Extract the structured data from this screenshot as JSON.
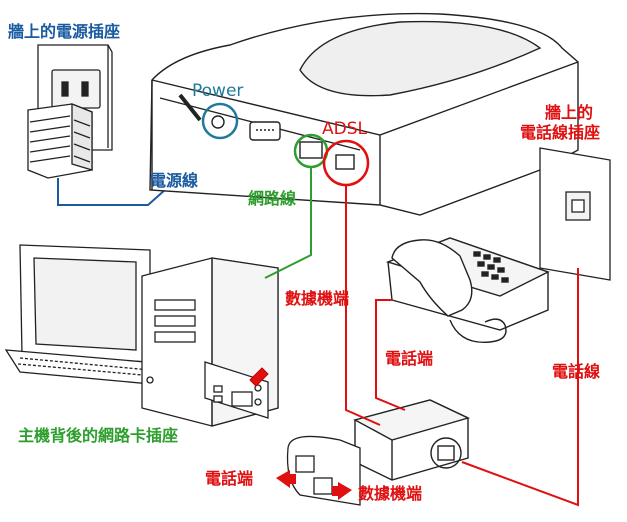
{
  "labels": {
    "wall_power_outlet": "牆上的電源插座",
    "power": "Power",
    "adsl": "ADSL",
    "power_cord": "電源線",
    "network_cable": "網路線",
    "wall_phone_jack_line1": "牆上的",
    "wall_phone_jack_line2": "電話線插座",
    "data_port_top": "數據機端",
    "phone_end_top": "電話端",
    "phone_line": "電話線",
    "nic_socket": "主機背後的網路卡插座",
    "phone_end_bottom": "電話端",
    "data_port_bottom": "數據機端"
  },
  "colors": {
    "power_line": "#1a5aa0",
    "network_line": "#2e9e2e",
    "phone_line": "#e01010",
    "power_highlight": "#1f7a9a",
    "outline": "#222222"
  }
}
